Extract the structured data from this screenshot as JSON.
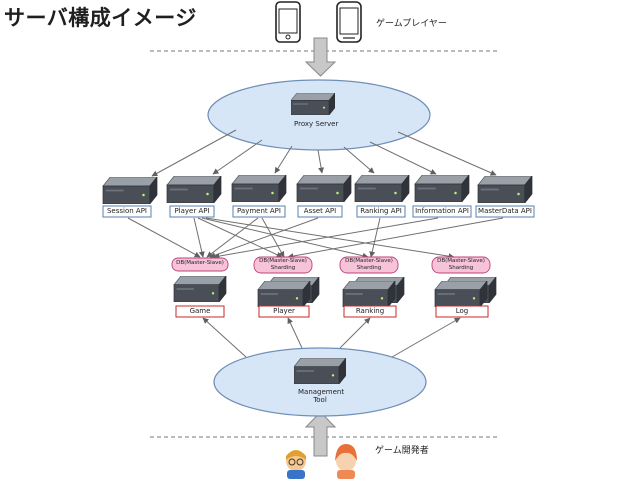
{
  "title": "サーバ構成イメージ",
  "players_label": "ゲームプレイヤー",
  "developers_label": "ゲーム開発者",
  "proxy": {
    "label": "Proxy Server"
  },
  "management": {
    "label_line1": "Management",
    "label_line2": "Tool"
  },
  "apis": [
    {
      "label": "Session API"
    },
    {
      "label": "Player API"
    },
    {
      "label": "Payment API"
    },
    {
      "label": "Asset API"
    },
    {
      "label": "Ranking API"
    },
    {
      "label": "Information API"
    },
    {
      "label": "MasterData API"
    }
  ],
  "dbs": [
    {
      "tag_line1": "DB(Master-Slave)",
      "tag_line2": "",
      "name": "Game"
    },
    {
      "tag_line1": "DB(Master-Slave)",
      "tag_line2": "Sharding",
      "name": "Player"
    },
    {
      "tag_line1": "DB(Master-Slave)",
      "tag_line2": "Sharding",
      "name": "Ranking"
    },
    {
      "tag_line1": "DB(Master-Slave)",
      "tag_line2": "Sharding",
      "name": "Log"
    }
  ],
  "colors": {
    "ellipse_fill": "#d7e6f7",
    "ellipse_stroke": "#6f8fb7",
    "api_box_stroke": "#5a7fb0",
    "db_box_stroke": "#c82828",
    "tag_fill": "#f6c3d8",
    "tag_stroke": "#c0407a",
    "arrow_fill": "#c8c8c8",
    "arrow_stroke": "#888888",
    "line": "#707070"
  }
}
